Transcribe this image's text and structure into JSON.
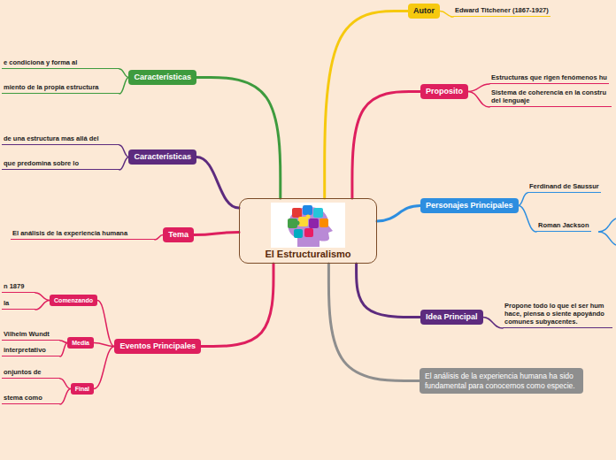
{
  "diagram": {
    "nodes": [
      {
        "text": [
          "El Estructuralismo"
        ]
      },
      {
        "text": [
          "Autor"
        ]
      },
      {
        "text": [
          "Edward Titchener (1867-1927)"
        ]
      },
      {
        "text": [
          "Proposito"
        ]
      },
      {
        "text": [
          "Estructuras que rigen fenómenos hu"
        ]
      },
      {
        "text": [
          "Sistema de coherencia en la constru del lenguaje"
        ]
      },
      {
        "text": [
          "Personajes Principales"
        ]
      },
      {
        "text": [
          "Ferdinand de Saussur"
        ]
      },
      {
        "text": [
          "Roman Jackson"
        ]
      },
      {
        "text": [
          "Idea Principal"
        ]
      },
      {
        "text": [
          "Propone todo lo que el ser hum hace, piensa o siente apoyándo comunes subyacentes."
        ]
      },
      {
        "text": [
          "El análisis de la experiencia humana ha sido fundamental para conocernos como especie."
        ]
      },
      {
        "text": [
          "Características"
        ]
      },
      {
        "text": [
          "e condiciona y forma al"
        ]
      },
      {
        "text": [
          "miento de la propia estructura"
        ]
      },
      {
        "text": [
          "Características"
        ]
      },
      {
        "text": [
          "de una estructura mas allá del"
        ]
      },
      {
        "text": [
          "que predomina sobre lo"
        ]
      },
      {
        "text": [
          "Tema"
        ]
      },
      {
        "text": [
          "El análisis de la experiencia humana"
        ]
      },
      {
        "text": [
          "Eventos Principales"
        ]
      },
      {
        "text": [
          "Comenzando"
        ]
      },
      {
        "text": [
          "n 1879"
        ]
      },
      {
        "text": [
          "la"
        ]
      },
      {
        "text": [
          "Media"
        ]
      },
      {
        "text": [
          "Vilhelm Wundt"
        ]
      },
      {
        "text": [
          "interpretativo"
        ]
      },
      {
        "text": [
          "Final"
        ]
      },
      {
        "text": [
          "onjuntos de"
        ]
      },
      {
        "text": [
          "stema como"
        ]
      }
    ],
    "edges": [
      {
        "from": 0,
        "to": 1,
        "arrow": "none"
      },
      {
        "from": 1,
        "to": 2,
        "arrow": "none"
      },
      {
        "from": 0,
        "to": 3,
        "arrow": "none"
      },
      {
        "from": 3,
        "to": 4,
        "arrow": "none"
      },
      {
        "from": 3,
        "to": 5,
        "arrow": "none"
      },
      {
        "from": 0,
        "to": 6,
        "arrow": "none"
      },
      {
        "from": 6,
        "to": 7,
        "arrow": "none"
      },
      {
        "from": 6,
        "to": 8,
        "arrow": "none"
      },
      {
        "from": 0,
        "to": 9,
        "arrow": "none"
      },
      {
        "from": 9,
        "to": 10,
        "arrow": "none"
      },
      {
        "from": 0,
        "to": 11,
        "arrow": "none"
      },
      {
        "from": 0,
        "to": 12,
        "arrow": "none"
      },
      {
        "from": 12,
        "to": 13,
        "arrow": "none"
      },
      {
        "from": 12,
        "to": 14,
        "arrow": "none"
      },
      {
        "from": 0,
        "to": 15,
        "arrow": "none"
      },
      {
        "from": 15,
        "to": 16,
        "arrow": "none"
      },
      {
        "from": 15,
        "to": 17,
        "arrow": "none"
      },
      {
        "from": 0,
        "to": 18,
        "arrow": "none"
      },
      {
        "from": 18,
        "to": 19,
        "arrow": "none"
      },
      {
        "from": 0,
        "to": 20,
        "arrow": "none"
      },
      {
        "from": 20,
        "to": 21,
        "arrow": "none"
      },
      {
        "from": 21,
        "to": 22,
        "arrow": "none"
      },
      {
        "from": 21,
        "to": 23,
        "arrow": "none"
      },
      {
        "from": 20,
        "to": 24,
        "arrow": "none"
      },
      {
        "from": 24,
        "to": 25,
        "arrow": "none"
      },
      {
        "from": 24,
        "to": 26,
        "arrow": "none"
      },
      {
        "from": 20,
        "to": 27,
        "arrow": "none"
      },
      {
        "from": 27,
        "to": 28,
        "arrow": "none"
      },
      {
        "from": 27,
        "to": 29,
        "arrow": "none"
      }
    ]
  }
}
